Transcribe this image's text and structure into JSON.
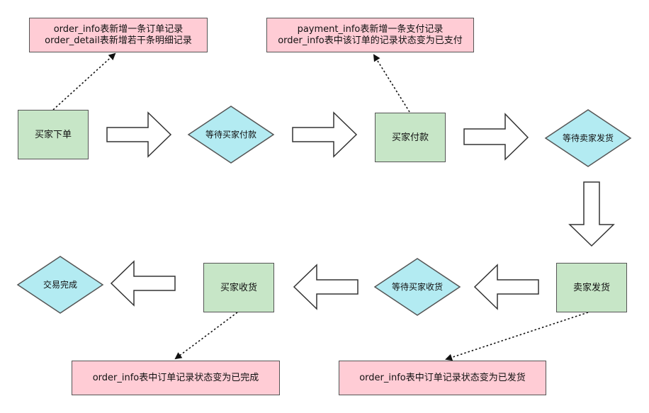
{
  "steps": {
    "buyer_order": "买家下单",
    "buyer_pay": "买家付款",
    "seller_ship": "卖家发货",
    "buyer_receive": "买家收货"
  },
  "states": {
    "wait_pay": "等待买家付款",
    "wait_ship": "等待卖家发货",
    "wait_receive": "等待买家收货",
    "complete": "交易完成"
  },
  "notes": {
    "order_created": [
      "order_info表新增一条订单记录",
      "order_detail表新增若干条明细记录"
    ],
    "paid": [
      "payment_info表新增一条支付记录",
      "order_info表中该订单的记录状态变为已支付"
    ],
    "shipped": [
      "order_info表中订单记录状态变为已发货"
    ],
    "completed": [
      "order_info表中订单记录状态变为已完成"
    ]
  },
  "colors": {
    "step_fill": "#c7e6c7",
    "state_fill": "#b3ebf2",
    "note_fill": "#ffccd5",
    "stroke": "#555555"
  }
}
